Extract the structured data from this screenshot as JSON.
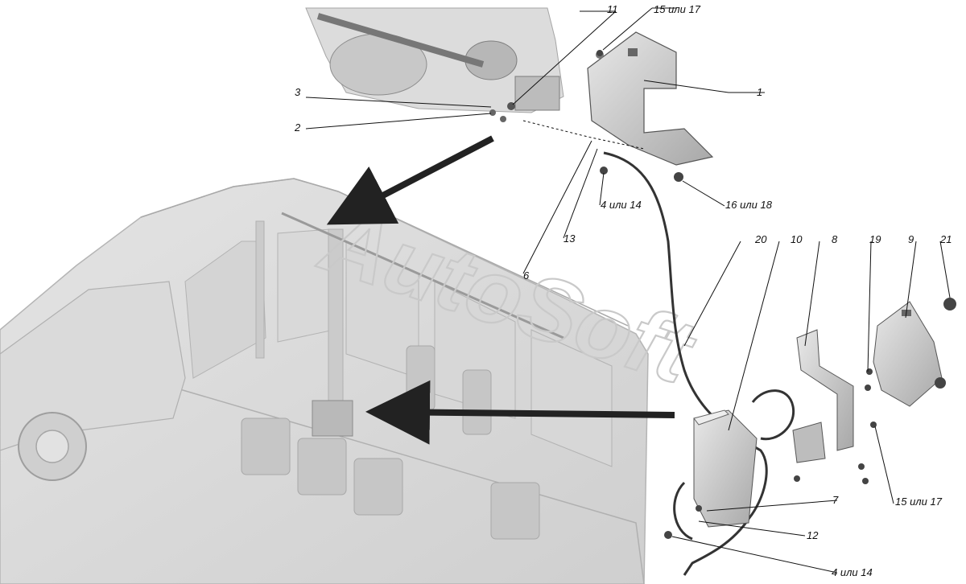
{
  "diagram": {
    "watermark": "AutoSoft",
    "callouts": [
      {
        "id": "c1",
        "text": "1"
      },
      {
        "id": "c2",
        "text": "2"
      },
      {
        "id": "c3",
        "text": "3"
      },
      {
        "id": "c4a",
        "text": "4 или 14"
      },
      {
        "id": "c4b",
        "text": "4 или 14"
      },
      {
        "id": "c6",
        "text": "6"
      },
      {
        "id": "c7",
        "text": "7"
      },
      {
        "id": "c8",
        "text": "8"
      },
      {
        "id": "c9",
        "text": "9"
      },
      {
        "id": "c10",
        "text": "10"
      },
      {
        "id": "c11",
        "text": "11"
      },
      {
        "id": "c12",
        "text": "12"
      },
      {
        "id": "c13",
        "text": "13"
      },
      {
        "id": "c15a",
        "text": "15 или 17"
      },
      {
        "id": "c15b",
        "text": "15 или 17"
      },
      {
        "id": "c16",
        "text": "16 или 18"
      },
      {
        "id": "c19",
        "text": "19"
      },
      {
        "id": "c20",
        "text": "20"
      },
      {
        "id": "c21",
        "text": "21"
      }
    ]
  }
}
